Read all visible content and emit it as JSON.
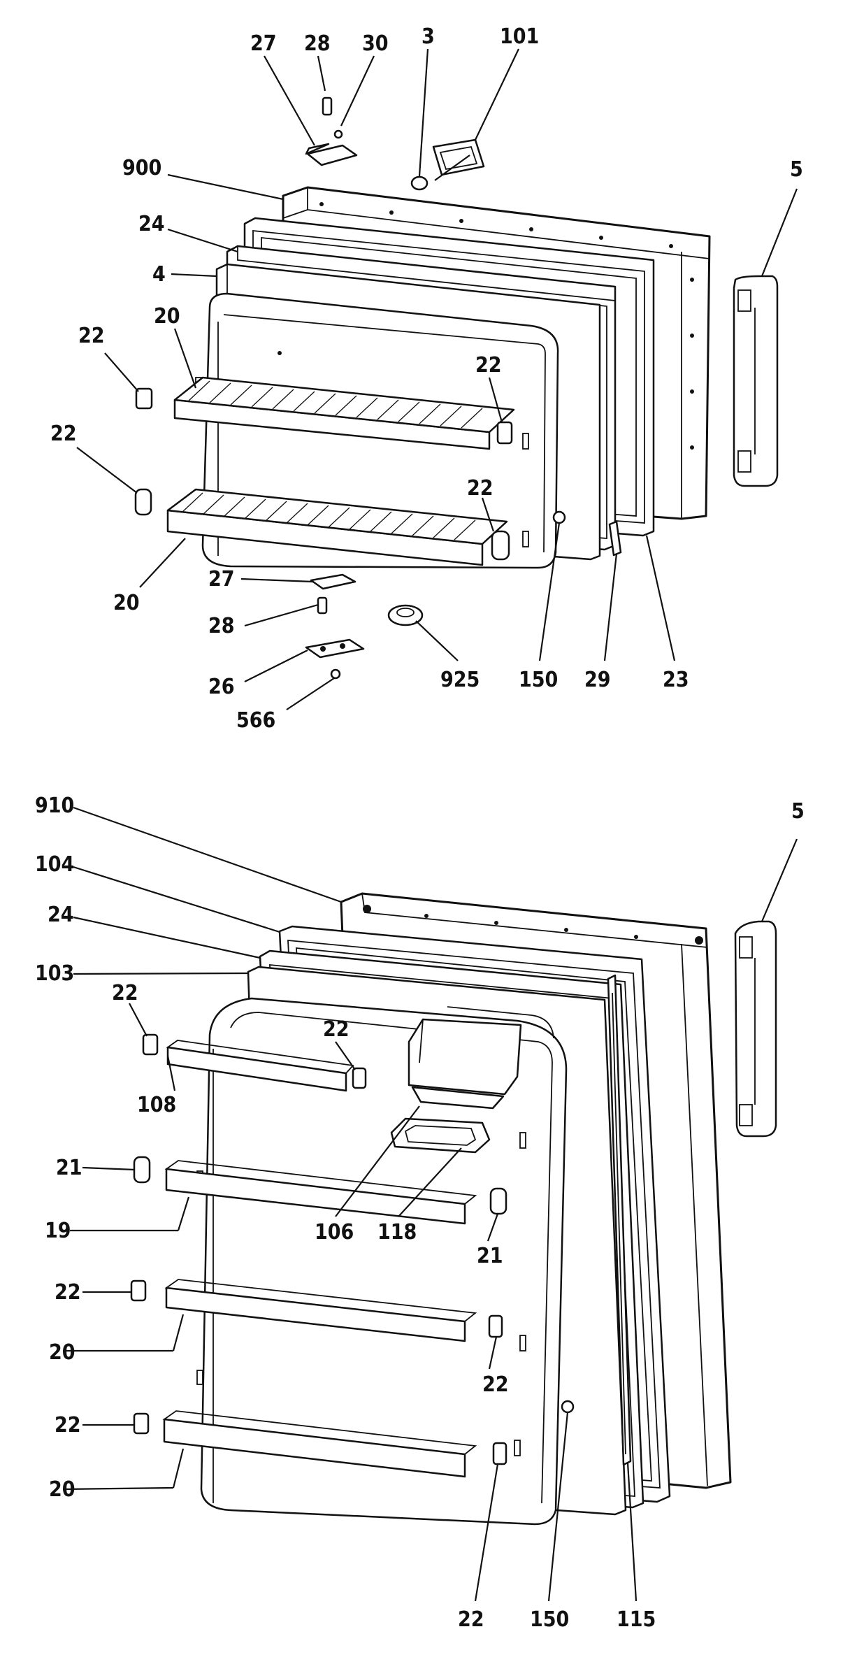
{
  "upper_door": {
    "labels": {
      "l27": "27",
      "l28": "28",
      "l30": "30",
      "l3": "3",
      "l101": "101",
      "l900": "900",
      "l5": "5",
      "l24": "24",
      "l4": "4",
      "l20a": "20",
      "l22a": "22",
      "l22b": "22",
      "l22c": "22",
      "l22d": "22",
      "l20b": "20",
      "l27b": "27",
      "l28b": "28",
      "l26": "26",
      "l566": "566",
      "l925": "925",
      "l150": "150",
      "l29": "29",
      "l23": "23"
    }
  },
  "lower_door": {
    "labels": {
      "l910": "910",
      "l5": "5",
      "l104": "104",
      "l24": "24",
      "l103": "103",
      "l22a": "22",
      "l22b": "22",
      "l108": "108",
      "l21a": "21",
      "l19": "19",
      "l106": "106",
      "l118": "118",
      "l21b": "21",
      "l22c": "22",
      "l20a": "20",
      "l22d": "22",
      "l22e": "22",
      "l20b": "20",
      "l22f": "22",
      "l150": "150",
      "l115": "115"
    }
  },
  "icons": [
    "door-panel",
    "door-liner",
    "gasket",
    "handle",
    "shelf",
    "shelf-stud",
    "hinge",
    "screw",
    "plug",
    "cam"
  ]
}
